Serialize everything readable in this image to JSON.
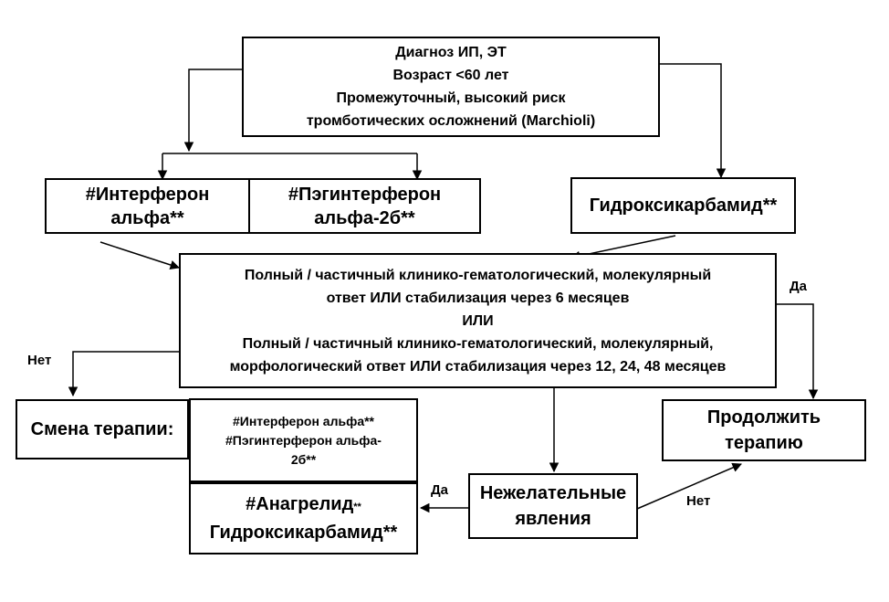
{
  "diagnosis": {
    "line1": "Диагноз ИП, ЭТ",
    "line2": "Возраст <60 лет",
    "line3": "Промежуточный, высокий  риск",
    "line4": "тромботических осложнений (Marchioli)"
  },
  "interferon": {
    "line1": "#Интерферон",
    "line2": "альфа**"
  },
  "peginterferon": {
    "line1": "#Пэгинтерферон",
    "line2": "альфа-2б**"
  },
  "hydroxycarbamide_top": {
    "text": "Гидроксикарбамид**"
  },
  "response": {
    "line1": "Полный / частичный клинико-гематологический, молекулярный",
    "line2": "ответ ИЛИ стабилизация через 6 месяцев",
    "line3": "ИЛИ",
    "line4": "Полный / частичный клинико-гематологический, молекулярный,",
    "line5": "морфологический ответ ИЛИ стабилизация через 12, 24, 48 месяцев"
  },
  "change_therapy": {
    "text": "Смена терапии:"
  },
  "alt_options": {
    "line1": "#Интерферон  альфа**",
    "line2": "#Пэгинтерферон  альфа-",
    "line3": "2б**"
  },
  "anagrelide": {
    "line1_main": "#Анагрелид",
    "line1_sup": "**",
    "line2": "Гидроксикарбамид**"
  },
  "adverse": {
    "line1": "Нежелательные",
    "line2": "явления"
  },
  "continue": {
    "line1": "Продолжить",
    "line2": "терапию"
  },
  "labels": {
    "yes_right": "Да",
    "no_left": "Нет",
    "yes_adverse": "Да",
    "no_adverse": "Нет"
  }
}
